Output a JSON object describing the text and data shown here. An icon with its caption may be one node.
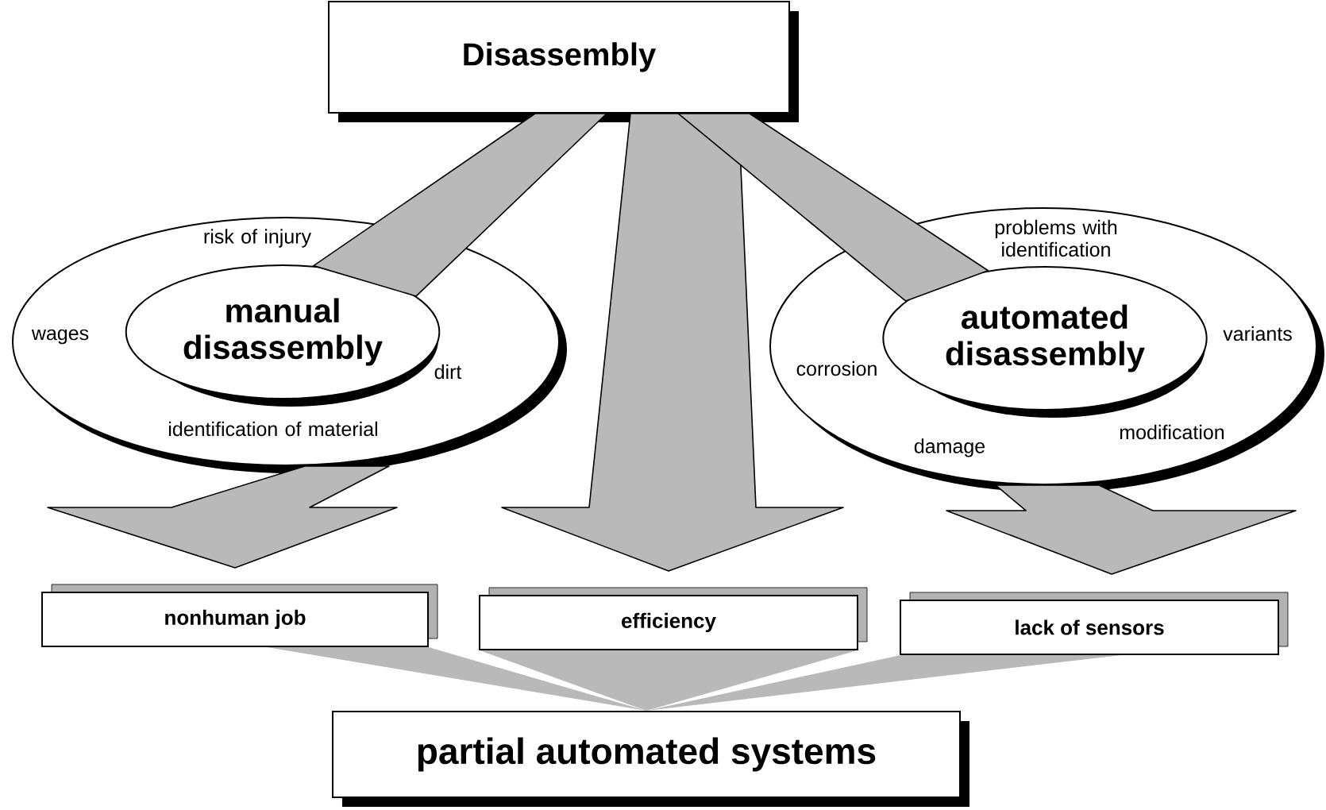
{
  "diagram": {
    "nodes": [
      {
        "text": [
          "Disassembly"
        ]
      },
      {
        "text": [
          "risk of injury",
          "wages",
          "dirt",
          "identification of material"
        ]
      },
      {
        "text": [
          "manual disassembly"
        ],
        "in": 1
      },
      {
        "text": [
          "problems with identification",
          "variants",
          "corrosion",
          "modification",
          "damage"
        ]
      },
      {
        "text": [
          "automated disassembly"
        ],
        "in": 3
      },
      {
        "text": [
          "nonhuman job"
        ]
      },
      {
        "text": [
          "efficiency"
        ]
      },
      {
        "text": [
          "lack of sensors"
        ]
      },
      {
        "text": [
          "partial automated systems"
        ]
      }
    ],
    "edges": [
      {
        "from": 0,
        "to": 2,
        "arrow": "none"
      },
      {
        "from": 0,
        "to": 6,
        "arrow": "to"
      },
      {
        "from": 0,
        "to": 4,
        "arrow": "none"
      },
      {
        "from": 1,
        "to": 5,
        "arrow": "to"
      },
      {
        "from": 3,
        "to": 7,
        "arrow": "to"
      },
      {
        "from": 5,
        "to": 8,
        "arrow": "none"
      },
      {
        "from": 6,
        "to": 8,
        "arrow": "none"
      },
      {
        "from": 7,
        "to": 8,
        "arrow": "none"
      }
    ]
  }
}
